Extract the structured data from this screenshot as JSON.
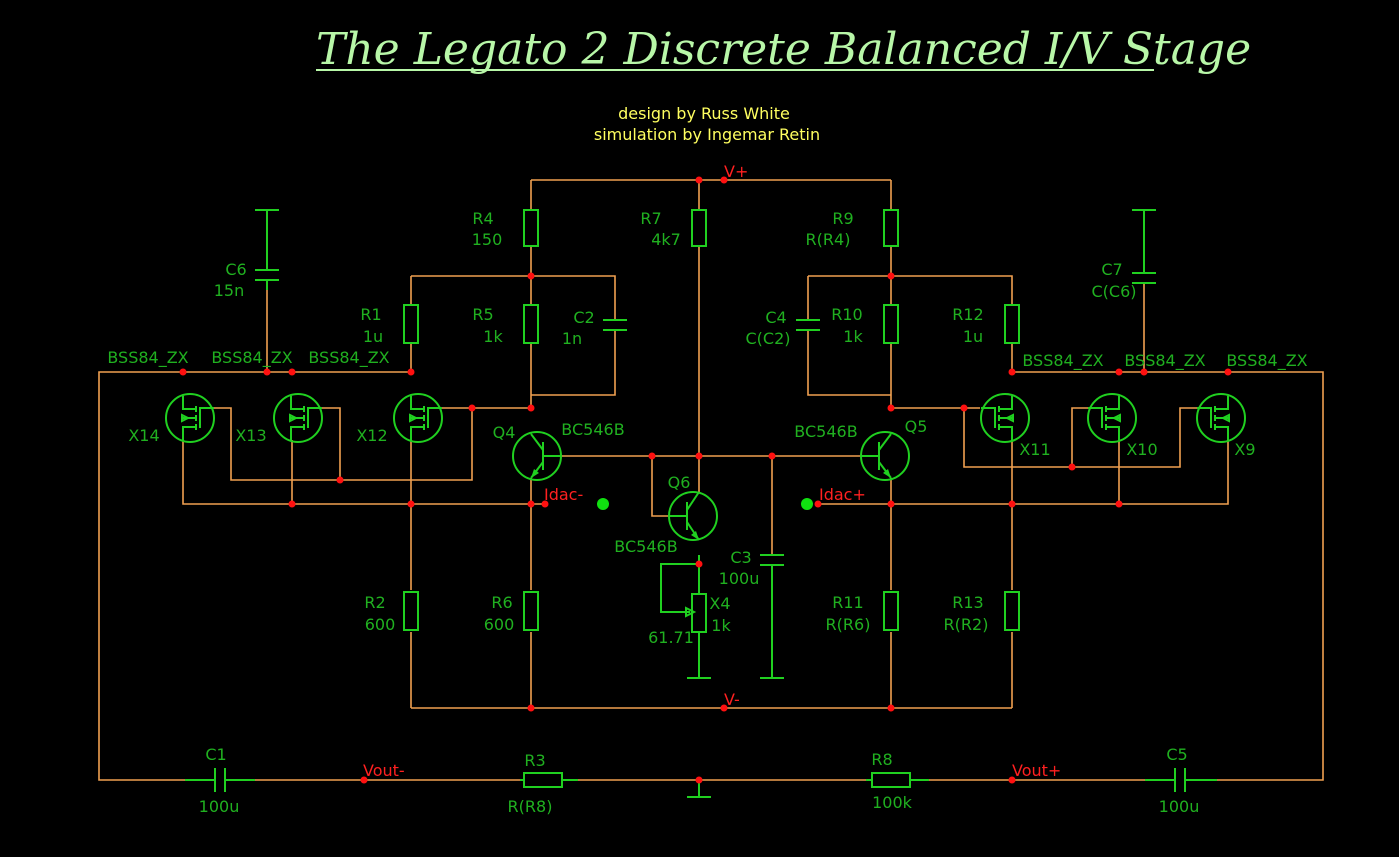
{
  "title": "The Legato 2 Discrete Balanced I/V Stage",
  "credits": [
    "design by Russ White",
    "simulation by Ingemar Retin"
  ],
  "nets": {
    "vplus": "V+",
    "vminus": "V-",
    "idac_minus": "Idac-",
    "idac_plus": "Idac+",
    "vout_minus": "Vout-",
    "vout_plus": "Vout+"
  },
  "components": {
    "R4": {
      "ref": "R4",
      "value": "150"
    },
    "R7": {
      "ref": "R7",
      "value": "4k7"
    },
    "R9": {
      "ref": "R9",
      "value": "R(R4)"
    },
    "C6": {
      "ref": "C6",
      "value": "15n"
    },
    "C7": {
      "ref": "C7",
      "value": "C(C6)"
    },
    "R1": {
      "ref": "R1",
      "value": "1u"
    },
    "R5": {
      "ref": "R5",
      "value": "1k"
    },
    "C2": {
      "ref": "C2",
      "value": "1n"
    },
    "C4": {
      "ref": "C4",
      "value": "C(C2)"
    },
    "R10": {
      "ref": "R10",
      "value": "1k"
    },
    "R12": {
      "ref": "R12",
      "value": "1u"
    },
    "X14": {
      "ref": "X14",
      "value": "BSS84_ZX"
    },
    "X13": {
      "ref": "X13",
      "value": "BSS84_ZX"
    },
    "X12": {
      "ref": "X12",
      "value": "BSS84_ZX"
    },
    "X11": {
      "ref": "X11",
      "value": "BSS84_ZX"
    },
    "X10": {
      "ref": "X10",
      "value": "BSS84_ZX"
    },
    "X9": {
      "ref": "X9",
      "value": "BSS84_ZX"
    },
    "Q4": {
      "ref": "Q4",
      "value": "BC546B"
    },
    "Q5": {
      "ref": "Q5",
      "value": "BC546B"
    },
    "Q6": {
      "ref": "Q6",
      "value": "BC546B"
    },
    "C3": {
      "ref": "C3",
      "value": "100u"
    },
    "X4": {
      "ref": "X4",
      "value": "1k",
      "setting": "61.71"
    },
    "R2": {
      "ref": "R2",
      "value": "600"
    },
    "R6": {
      "ref": "R6",
      "value": "600"
    },
    "R11": {
      "ref": "R11",
      "value": "R(R6)"
    },
    "R13": {
      "ref": "R13",
      "value": "R(R2)"
    },
    "C1": {
      "ref": "C1",
      "value": "100u"
    },
    "R3": {
      "ref": "R3",
      "value": "R(R8)"
    },
    "R8": {
      "ref": "R8",
      "value": "100k"
    },
    "C5": {
      "ref": "C5",
      "value": "100u"
    }
  }
}
